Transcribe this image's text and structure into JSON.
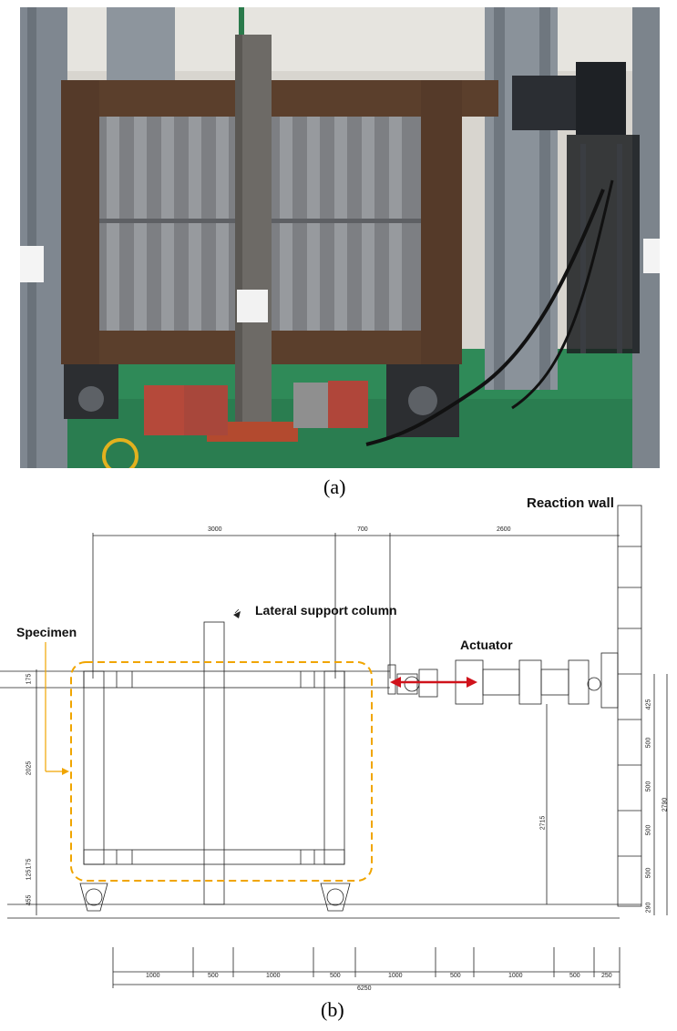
{
  "captions": {
    "a": "(a)",
    "b": "(b)"
  },
  "photo_sign_text": "",
  "labels": {
    "reaction_wall": "Reaction wall",
    "lateral_support_column": "Lateral support column",
    "specimen": "Specimen",
    "actuator": "Actuator"
  },
  "dimensions_top": [
    "3000",
    "700",
    "2600"
  ],
  "dimensions_bottom": [
    "1000",
    "500",
    "1000",
    "500",
    "1000",
    "500",
    "1000",
    "500",
    "250"
  ],
  "dimension_total": "6250",
  "dimensions_left": [
    "175",
    "2025",
    "175",
    "125",
    "455"
  ],
  "dimensions_right": [
    "425",
    "500",
    "500",
    "500",
    "500",
    "290"
  ],
  "dimension_right_total": "2790",
  "dimension_column_height": "2715",
  "colors": {
    "specimen_outline": "#f0a500",
    "actuator_arrow": "#d0121b",
    "steel_frame": "#3b2a1f",
    "floor": "#1f7a4c",
    "reaction_column": "#8a929a"
  }
}
